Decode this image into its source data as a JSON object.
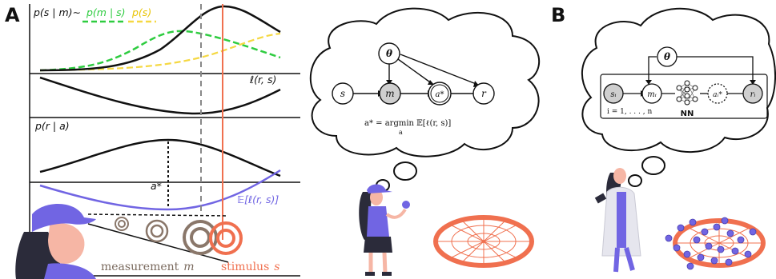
{
  "panels": {
    "a_letter": "A",
    "b_letter": "B"
  },
  "plots": {
    "prior_prefix": "p(s | m)∼",
    "likelihood_label": "p(m | s)",
    "prior_label": "p(s)",
    "loss_label": "ℓ(r, s)",
    "response_label": "p(r | a)",
    "action_label": "a*",
    "expected_loss_label": "𝔼[ℓ(r, s)]",
    "measurement_label": "measurement",
    "measurement_var": "m",
    "stimulus_label": "stimulus",
    "stimulus_var": "s"
  },
  "graph_a": {
    "theta": "θ",
    "s": "s",
    "m": "m",
    "a": "a*",
    "r": "r",
    "equation": "a* = argmin 𝔼[ℓ(r, s)]",
    "equation_sub": "a"
  },
  "graph_b": {
    "theta": "θ",
    "s": "sᵢ",
    "m": "mᵢ",
    "a": "aᵢ*",
    "r": "rᵢ",
    "plate": "i = 1, . . . , n",
    "nn": "NN"
  },
  "colors": {
    "green": "#2ecc40",
    "yellow": "#f5d842",
    "orange": "#f0704f",
    "purple": "#7165e3",
    "gray_node": "#cfcfcf",
    "dark": "#2b2b3a"
  }
}
